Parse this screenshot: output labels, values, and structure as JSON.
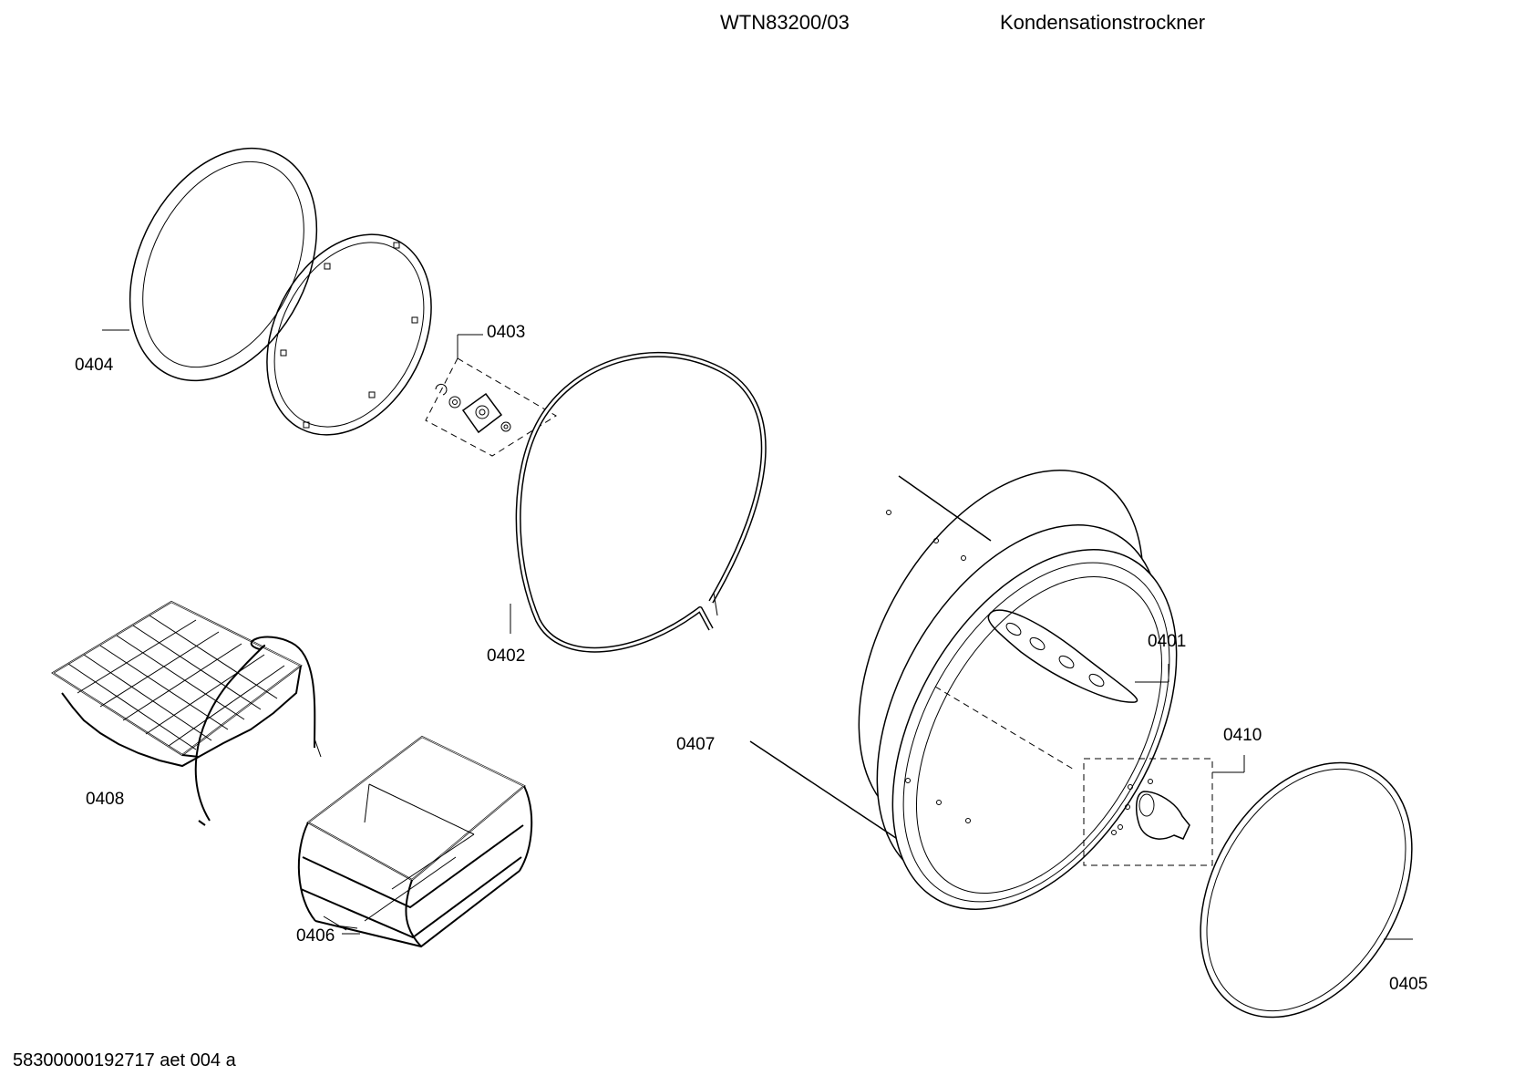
{
  "header": {
    "model": "WTN83200/03",
    "description": "Kondensationstrockner"
  },
  "footer": {
    "document_id": "58300000192717 aet 004 a"
  },
  "parts": [
    {
      "id": "0401",
      "label": "0401"
    },
    {
      "id": "0402",
      "label": "0402"
    },
    {
      "id": "0403",
      "label": "0403"
    },
    {
      "id": "0404",
      "label": "0404"
    },
    {
      "id": "0405",
      "label": "0405"
    },
    {
      "id": "0406",
      "label": "0406"
    },
    {
      "id": "0407",
      "label": "0407"
    },
    {
      "id": "0408",
      "label": "0408"
    },
    {
      "id": "0410",
      "label": "0410"
    }
  ]
}
